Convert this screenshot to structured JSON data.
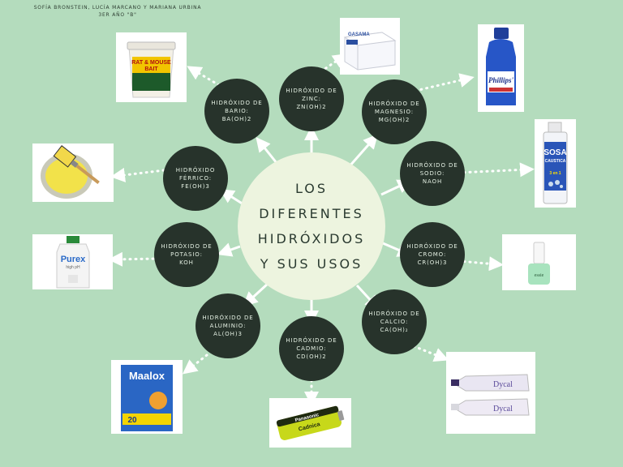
{
  "authors": {
    "line1": "SOFÍA BRONSTEIN, LUCÍA MARCANO Y MARIANA URBINA",
    "line2": "3ER AÑO \"B\""
  },
  "center": {
    "line1": "LOS",
    "line2": "DIFERENTES",
    "line3": "HIDRÓXIDOS",
    "line4": "Y SUS USOS"
  },
  "nodes": {
    "bario": {
      "line1": "HIDRÓXIDO DE",
      "line2": "BARIO:",
      "line3": "BA(OH)2"
    },
    "zinc": {
      "line1": "HIDRÓXIDO DE",
      "line2": "ZINC:",
      "line3": "ZN(OH)2"
    },
    "magnesio": {
      "line1": "HIDRÓXIDO DE",
      "line2": "MAGNESIO:",
      "line3": "MG(OH)2"
    },
    "sodio": {
      "line1": "HIDRÓXIDO DE",
      "line2": "SODIO:",
      "line3": "NAOH"
    },
    "cromo": {
      "line1": "HIDRÓXIDO DE",
      "line2": "CROMO:",
      "line3": "CR(OH)3"
    },
    "calcio": {
      "line1": "HIDRÓXIDO DE",
      "line2": "CALCIO:",
      "line3": "CA(OH)₂"
    },
    "cadmio": {
      "line1": "HIDRÓXIDO DE",
      "line2": "CADMIO:",
      "line3": "CD(OH)2"
    },
    "aluminio": {
      "line1": "HIDRÓXIDO DE",
      "line2": "ALUMINIO:",
      "line3": "AL(OH)3"
    },
    "potasio": {
      "line1": "HIDRÓXIDO DE",
      "line2": "POTASIO:",
      "line3": "KOH"
    },
    "ferrico": {
      "line1": "HIDRÓXIDO",
      "line2": "FÉRRICO:",
      "line3": "FE(OH)3"
    }
  },
  "products": {
    "rat_bait": {
      "brand": "RAT & MOUSE",
      "sub": "BAIT"
    },
    "gauze": {
      "brand": "GASAMA"
    },
    "phillips": {
      "brand": "Phillips'"
    },
    "sosa": {
      "brand": "SOSA",
      "sub": "CAUSTICA",
      "badge": "3 en 1"
    },
    "nail_polish": {
      "brand": "essie"
    },
    "dycal": {
      "brand": "Dycal"
    },
    "battery": {
      "brand": "Panasonic",
      "sub": "Cadnica"
    },
    "maalox": {
      "brand": "Maalox",
      "count": "20"
    },
    "purex": {
      "brand": "Purex",
      "sub": "high pH"
    },
    "paint": {}
  },
  "colors": {
    "background": "#b4dcbd",
    "center_fill": "#edf4df",
    "node_fill": "#27332b",
    "connector": "#ffffff"
  }
}
